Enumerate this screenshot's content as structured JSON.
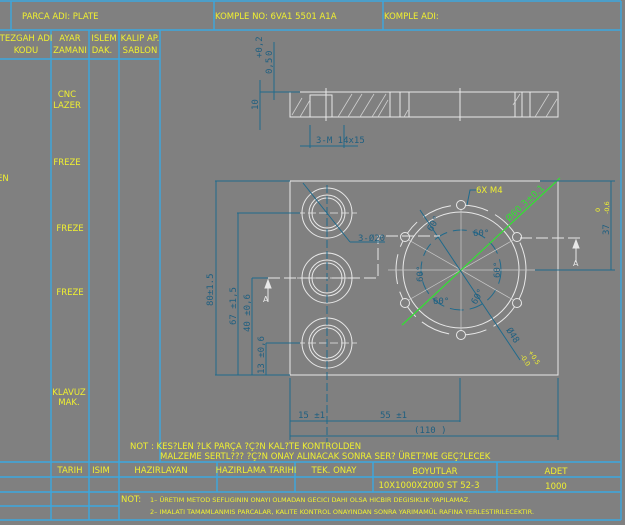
{
  "header": {
    "part_name": "PARCA ADI: PLATE",
    "assembly_no": "KOMPLE NO: 6VA1 5501 A1A",
    "assembly_name": "KOMPLE ADI:"
  },
  "process_table": {
    "columns": [
      {
        "line1": "TEZGAH ADI",
        "line2": "KODU"
      },
      {
        "line1": "AYAR",
        "line2": "ZAMANI"
      },
      {
        "line1": "ISLEM",
        "line2": "DAK."
      },
      {
        "line1": "KALIP AP.",
        "line2": "SABLON"
      }
    ],
    "left_fragment": "EN",
    "operations": [
      {
        "line1": "CNC",
        "line2": "LAZER"
      },
      {
        "line1": "FREZE",
        "line2": ""
      },
      {
        "line1": "FREZE",
        "line2": ""
      },
      {
        "line1": "FREZE",
        "line2": ""
      },
      {
        "line1": "KLAVUZ",
        "line2": "MAK."
      }
    ]
  },
  "drawing": {
    "side_dims": {
      "tol": "+0,2",
      "tol2": "0",
      "depth": "0,5",
      "thickness": "10",
      "counterbore": "3-M  14x15"
    },
    "front_dims": {
      "height": "80±1.5",
      "d67": "67 ±1,5",
      "d40": "40 ±0,6",
      "d13": "13 ±0,6",
      "d15": "15 ±1",
      "d55": "55 ±1",
      "width": "(110 )",
      "d37": "37",
      "d37_tol_upper": "0",
      "d37_tol_lower": "-0,6",
      "holes_label": "3-Ø20",
      "thread_label": "6X M4",
      "bolt_circle": "Ø60.3±0.1",
      "bore": "Ø48",
      "bore_tol_upper": "+0.5",
      "bore_tol_lower": "-0.0",
      "angle": "60°",
      "section": "A"
    },
    "note_line1": "NOT :  KES?LEN ?LK PARÇA ?Ç?N KAL?TE KONTROLDEN",
    "note_line2": "MALZEME SERTL??? ?Ç?N ONAY ALINACAK SONRA SER? ÜRET?ME GEÇ?LECEK"
  },
  "footer": {
    "headers": {
      "date": "TARIH",
      "name": "ISIM",
      "prepared_by": "HAZIRLAYAN",
      "prep_date": "HAZIRLAMA TARIHI",
      "tech_approval": "TEK. ONAY",
      "dimensions": "BOYUTLAR",
      "quantity": "ADET"
    },
    "values": {
      "dimensions": "10X1000X2000  ST 52-3",
      "quantity": "1000"
    },
    "notes_label": "NOT:",
    "notes": [
      "1– ÜRETIM METOD SEFLIGININ ONAYI OLMADAN GECICI  DAHI OLSA HICBIR DEGISIKLIK YAPILAMAZ.",
      "2– IMALATI TAMAMLANMIS PARCALAR, KALITE KONTROL ONAYINDAN SONRA YARIMAMÜL RAFINA YERLESTIRILECEKTIR."
    ]
  }
}
